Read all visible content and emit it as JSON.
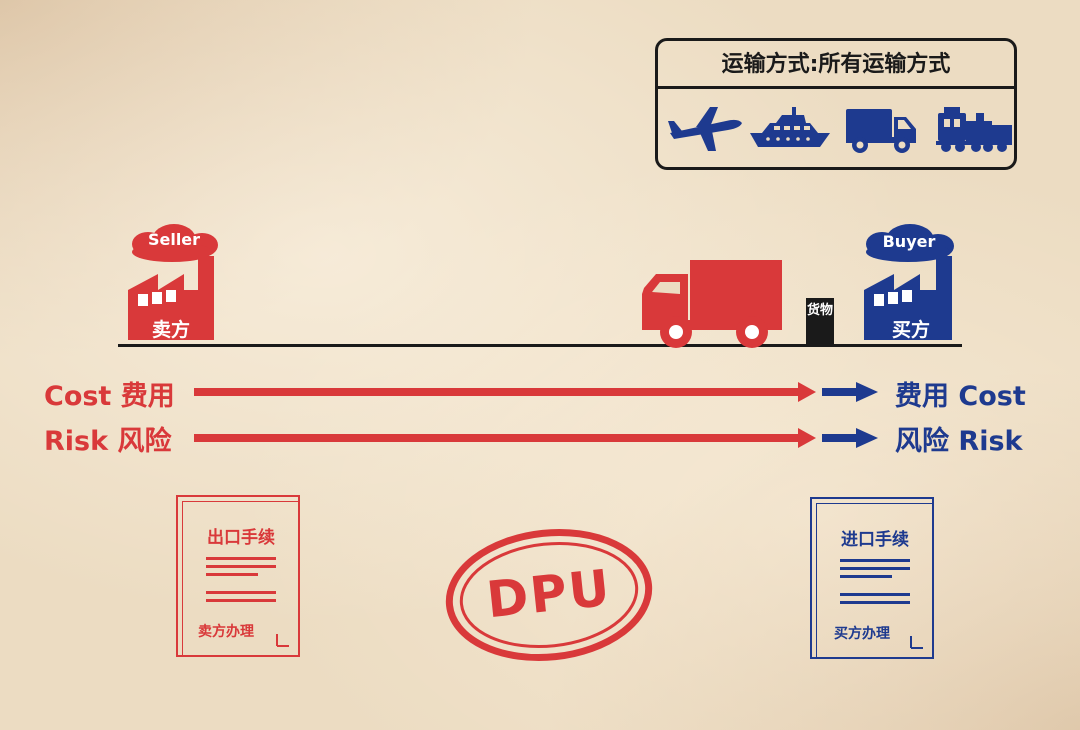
{
  "transport": {
    "title": "运输方式:所有运输方式",
    "modes": [
      "plane-icon",
      "ship-icon",
      "truck-icon",
      "train-icon"
    ]
  },
  "seller": {
    "cloud_label": "Seller",
    "factory_label": "卖方"
  },
  "buyer": {
    "cloud_label": "Buyer",
    "factory_label": "买方"
  },
  "goods_label": "货物",
  "rows": {
    "cost_left": "Cost 费用",
    "risk_left": "Risk 风险",
    "cost_right": "费用 Cost",
    "risk_right": "风险 Risk"
  },
  "export_doc": {
    "title": "出口手续",
    "footer": "卖方办理"
  },
  "import_doc": {
    "title": "进口手续",
    "footer": "买方办理"
  },
  "stamp": "DPU",
  "colors": {
    "seller": "#d9393a",
    "buyer": "#1e3a8f",
    "ink": "#1a1a1a"
  }
}
